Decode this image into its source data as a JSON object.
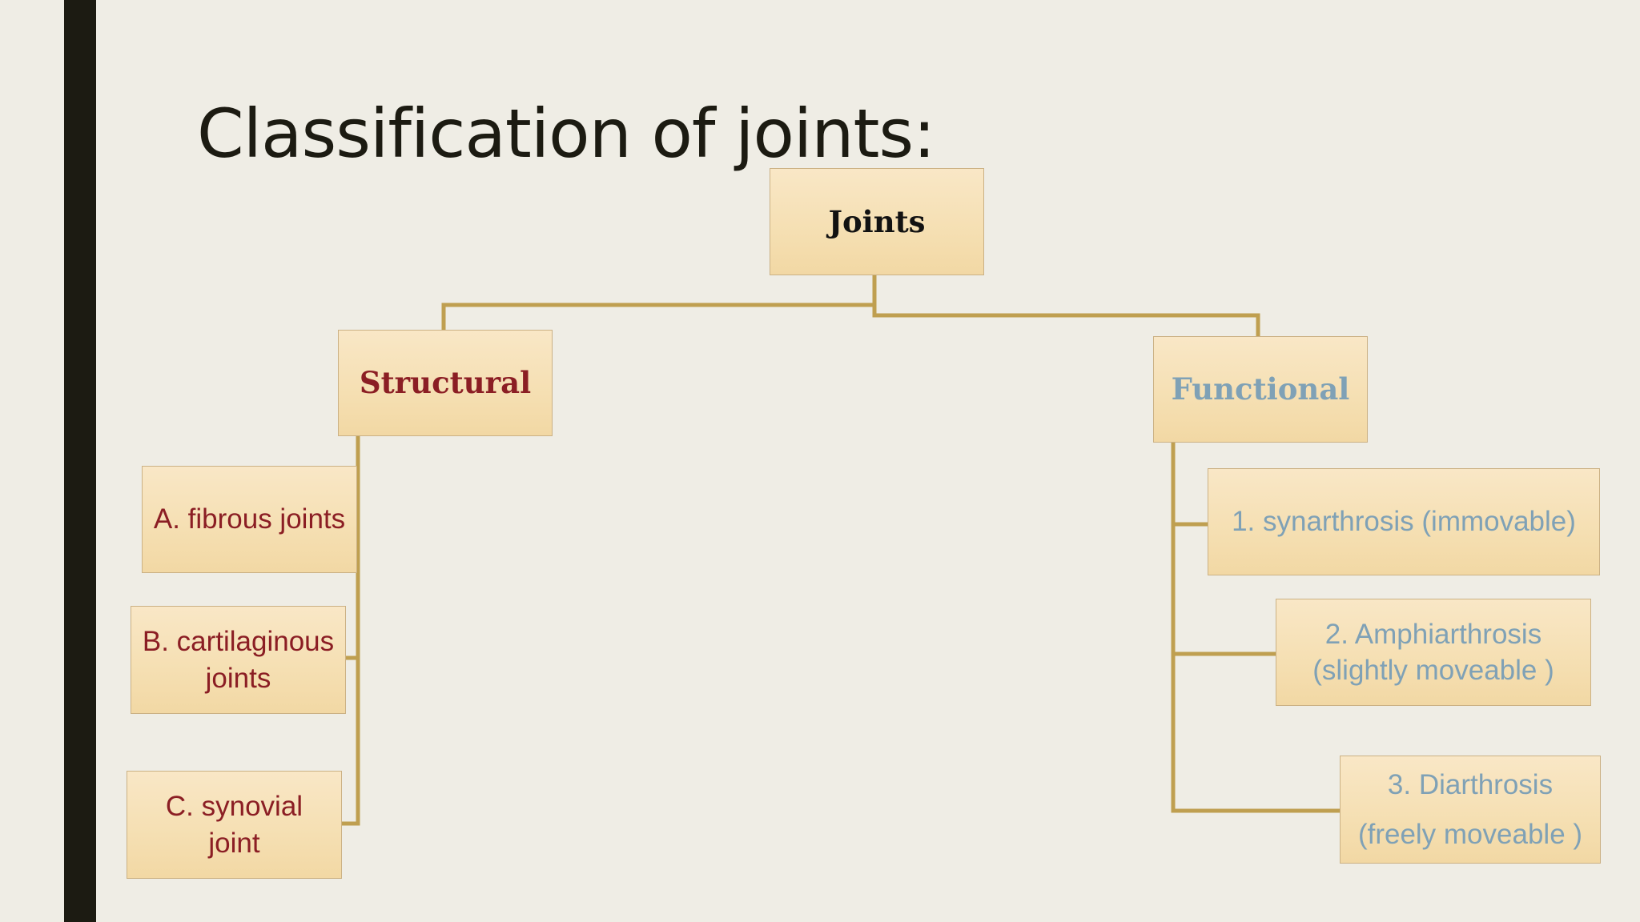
{
  "slide": {
    "title": "Classification of joints:",
    "colors": {
      "background": "#efede5",
      "side_bar": "#1c1b12",
      "connector": "#bf9f50",
      "box_fill": "#f5dfb2",
      "structural_text": "#8b1e24",
      "functional_text": "#7fa1b6"
    }
  },
  "diagram": {
    "root": "Joints",
    "structural": {
      "label": "Structural",
      "children": [
        {
          "line1": "A. fibrous joints",
          "line2": ""
        },
        {
          "line1": "B. cartilaginous",
          "line2": "joints"
        },
        {
          "line1": "C. synovial",
          "line2": "joint"
        }
      ]
    },
    "functional": {
      "label": "Functional",
      "children": [
        {
          "line1": "1. synarthrosis (immovable)",
          "line2": ""
        },
        {
          "line1": "2. Amphiarthrosis",
          "line2": "(slightly moveable )"
        },
        {
          "line1": "3. Diarthrosis",
          "line2": "(freely moveable )"
        }
      ]
    }
  }
}
